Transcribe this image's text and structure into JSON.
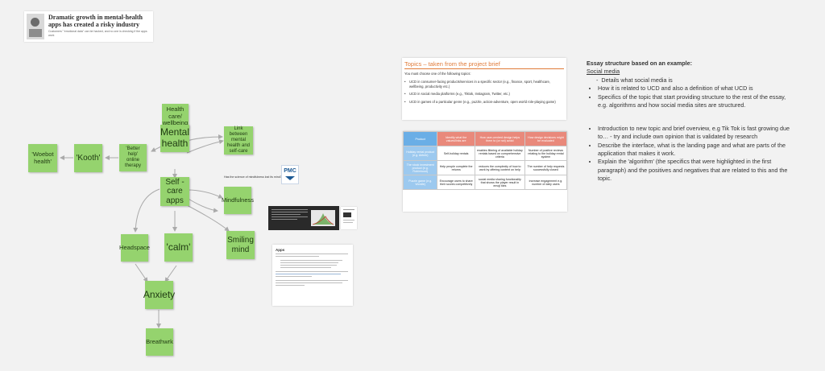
{
  "article": {
    "title": "Dramatic growth in mental-health apps has created a risky industry",
    "subtitle": "Customers' \"emotional data\" can be hacked, and no one is checking if the apps work"
  },
  "mindmap": {
    "mental_health": "Mental health",
    "health_care": "Health care/ wellbeing",
    "link": "Link between mental health and self-care",
    "better_help": "'Better help' online therapy",
    "kooth": "'Kooth'",
    "woebot": "'Woebot health'",
    "self_care": "Self - care apps",
    "mindfulness": "Mindfulness",
    "headspace": "Headspace",
    "calm": "'calm'",
    "smiling_mind": "Smiling mind",
    "anxiety": "Anxiety",
    "breathwrk": "Breathwrk"
  },
  "pmc": {
    "logo": "PMC",
    "question": "Has the science of mindfulness lost its mind?"
  },
  "apps_card": {
    "title": "Apps"
  },
  "brief": {
    "title": "Topics – taken from the project brief",
    "intro": "You must choose one of the following topics:",
    "topics": [
      "UCD in consumer-facing products/services in a specific sector (e.g., finance, sport, healthcare, wellbeing, productivity etc.)",
      "UCD in social media platforms (e.g., Tiktok, Instagram, Twitter, etc.)",
      "UCD in games of a particular genre (e.g., puzzle, action-adventure, open world role-playing game)"
    ]
  },
  "brief_table": {
    "headers": [
      "Product",
      "Identify what the values/links are",
      "How user-centred design helps them to (or not) avoid",
      "How design decisions might be evaluated"
    ],
    "rows": [
      [
        "Holiday rental product (e.g. Airbnb)",
        "Self-holiday rentals",
        "enables filtering of available holiday rentals based on comprehensive criteria",
        "Number of positive reviews relating to the holiday rental system"
      ],
      [
        "The stock investment product (e.g. Robinhood)",
        "Help people complete the returns",
        "reduces the complexity of how to work by offering content on help",
        "The number of help requests successfully closed"
      ],
      [
        "Puzzle game (e.g. Wordle)",
        "Encourage users to share their scores competitively",
        "social media sharing functionality that shows the player result in emoji tiles",
        "increase engagement e.g. number of daily users"
      ]
    ]
  },
  "essay": {
    "title": "Essay structure based on an example:",
    "subtitle": "Social media",
    "bullets1": [
      "Details what social media is",
      "How it is related to UCD and also a definition of what UCD is",
      "Specifics of the topic that start providing structure to the rest of the essay, e.g. algorithms and how social media sites are structured."
    ],
    "bullets2": [
      "Introduction to new topic and brief overview, e.g Tik Tok is fast growing due to… - try and include own opinion that is validated by research",
      "Describe the interface, what is the landing page and what are parts of the application that makes it work.",
      "Explain the 'algorithm' (the specifics that were highlighted in the first paragraph) and the positives and negatives that are related to this and the topic."
    ]
  },
  "colors": {
    "sticky_note": "#95d36e",
    "canvas": "#f2f2f2",
    "brief_title": "#e07b39",
    "table_header_blue": "#6aaee6",
    "table_header_red": "#e9897b",
    "table_first_col": "#9cc9ef"
  }
}
